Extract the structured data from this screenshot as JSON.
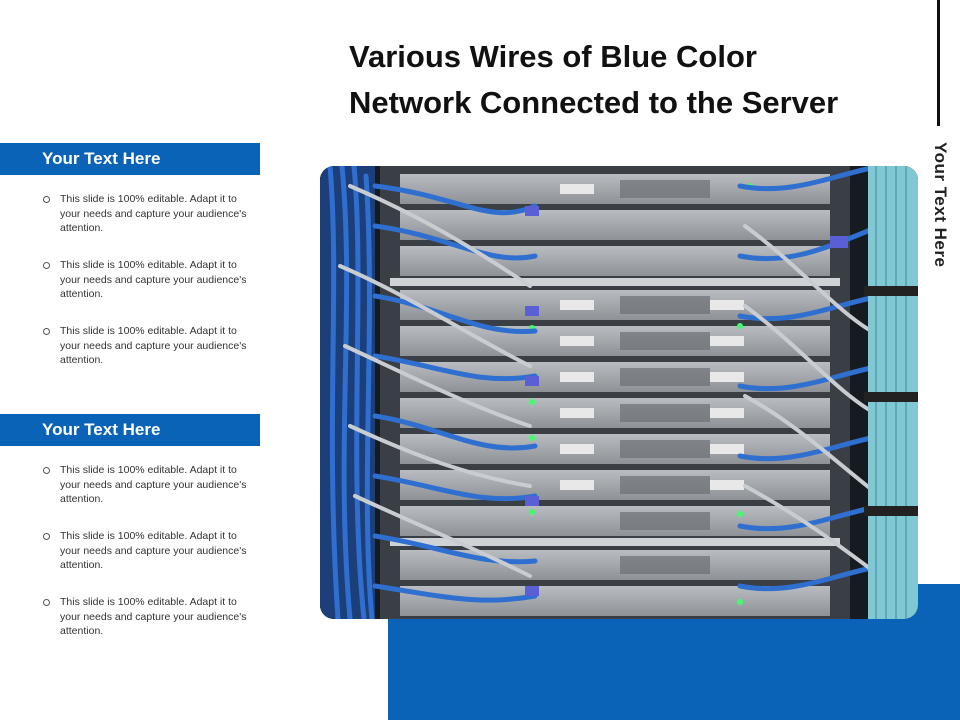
{
  "slide": {
    "title_line1": "Various Wires of Blue Color",
    "title_line2": "Network Connected to the Server",
    "side_label": "Your Text Here"
  },
  "sections": [
    {
      "header": "Your Text Here",
      "bullets": [
        "This slide is 100% editable. Adapt it to your needs and capture your audience's attention.",
        "This slide is 100% editable. Adapt it to your needs and capture your audience's attention.",
        "This slide is 100% editable. Adapt it to your needs and capture your audience's attention."
      ]
    },
    {
      "header": "Your Text Here",
      "bullets": [
        "This slide is 100% editable. Adapt it to your needs and capture your audience's attention.",
        "This slide is 100% editable. Adapt it to your needs and capture your audience's attention.",
        "This slide is 100% editable. Adapt it to your needs and capture your audience's attention."
      ]
    }
  ],
  "colors": {
    "accent_blue": "#0b63b8",
    "cable_blue": "#2f6fd0",
    "cable_cyan": "#7fc8d4"
  }
}
